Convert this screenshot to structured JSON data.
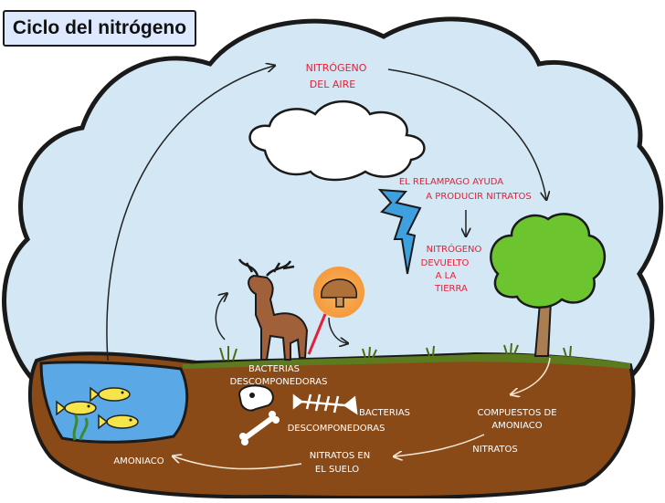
{
  "title": "Ciclo del nitrógeno",
  "labels": {
    "air_nitrogen": [
      "NITRÓGENO",
      "DEL AIRE"
    ],
    "lightning": [
      "EL RELAMPAGO AYUDA",
      "A PRODUCIR NITRATOS"
    ],
    "returned": [
      "NITRÓGENO",
      "DEVUELTO",
      "A LA",
      "TIERRA"
    ],
    "decomposers_1": [
      "BACTERIAS",
      "DESCOMPONEDORAS"
    ],
    "decomposers_2a": "BACTERIAS",
    "decomposers_2b": "DESCOMPONEDORAS",
    "ammonia_compounds": [
      "COMPUESTOS DE",
      "AMONIACO"
    ],
    "nitrates": "NITRATOS",
    "soil_nitrates": [
      "NITRATOS EN",
      "EL SUELO"
    ],
    "ammonia": "AMONIACO"
  },
  "colors": {
    "sky": "#d3e7f5",
    "soil": "#8a4a17",
    "water": "#5aa8e6",
    "red_text": "#e0233a",
    "white_text": "#ffffff",
    "outline": "#1a1a1a",
    "tree": "#6cc52f",
    "lightning": "#3fa0e0",
    "mushroom_glow": "#f7a44a"
  },
  "icons": {
    "cloud": "cloud-icon",
    "lightning": "lightning-icon",
    "tree": "tree-icon",
    "deer": "deer-icon",
    "mushroom": "mushroom-icon",
    "fish": "fish-icon",
    "skull": "skull-icon",
    "bone": "bone-icon",
    "fish_skeleton": "fish-skeleton-icon"
  }
}
